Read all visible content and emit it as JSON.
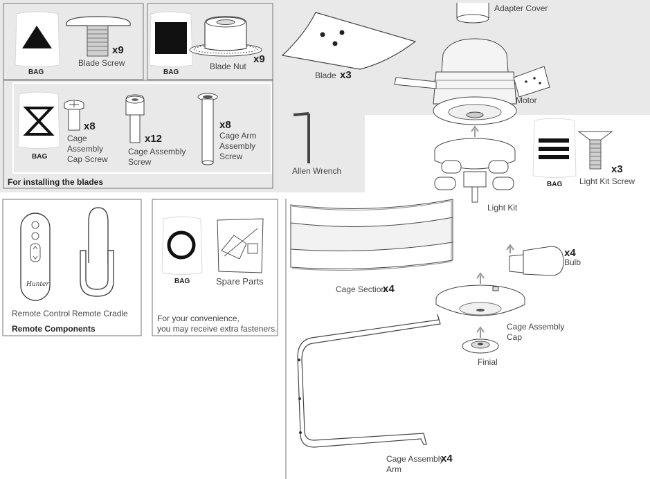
{
  "blade_hardware": {
    "bag_label": "BAG",
    "blade_screw": {
      "label": "Blade Screw",
      "qty": "x9"
    },
    "blade_nut": {
      "label": "Blade Nut",
      "qty": "x9"
    },
    "cage_cap_screw": {
      "label": "Cage\nAssembly\nCap Screw",
      "qty": "x8"
    },
    "cage_assembly_screw": {
      "label": "Cage Assembly\nScrew",
      "qty": "x12"
    },
    "cage_arm_screw": {
      "label": "Cage Arm\nAssembly\nScrew",
      "qty": "x8"
    },
    "footer": "For installing the blades"
  },
  "parts": {
    "blade": {
      "label": "Blade",
      "qty": "x3"
    },
    "adapter_cover": "Adapter Cover",
    "motor": "Motor",
    "allen_wrench": "Allen Wrench",
    "light_kit": "Light Kit",
    "light_kit_screw": {
      "label": "Light Kit Screw",
      "qty": "x3"
    },
    "bulb": {
      "label": "Bulb",
      "qty": "x4"
    },
    "cage_section": {
      "label": "Cage Section",
      "qty": "x4"
    },
    "cage_assembly_cap": "Cage Assembly\nCap",
    "finial": "Finial",
    "cage_assembly_arm": {
      "label": "Cage Assembly\nArm",
      "qty": "x4"
    }
  },
  "remote": {
    "remote_control": "Remote Control",
    "remote_cradle": "Remote Cradle",
    "footer": "Remote Components",
    "logo": "Hunter"
  },
  "spare": {
    "bag_label": "BAG",
    "label": "Spare Parts",
    "note": "For your convenience,\nyou may receive extra fasteners."
  }
}
